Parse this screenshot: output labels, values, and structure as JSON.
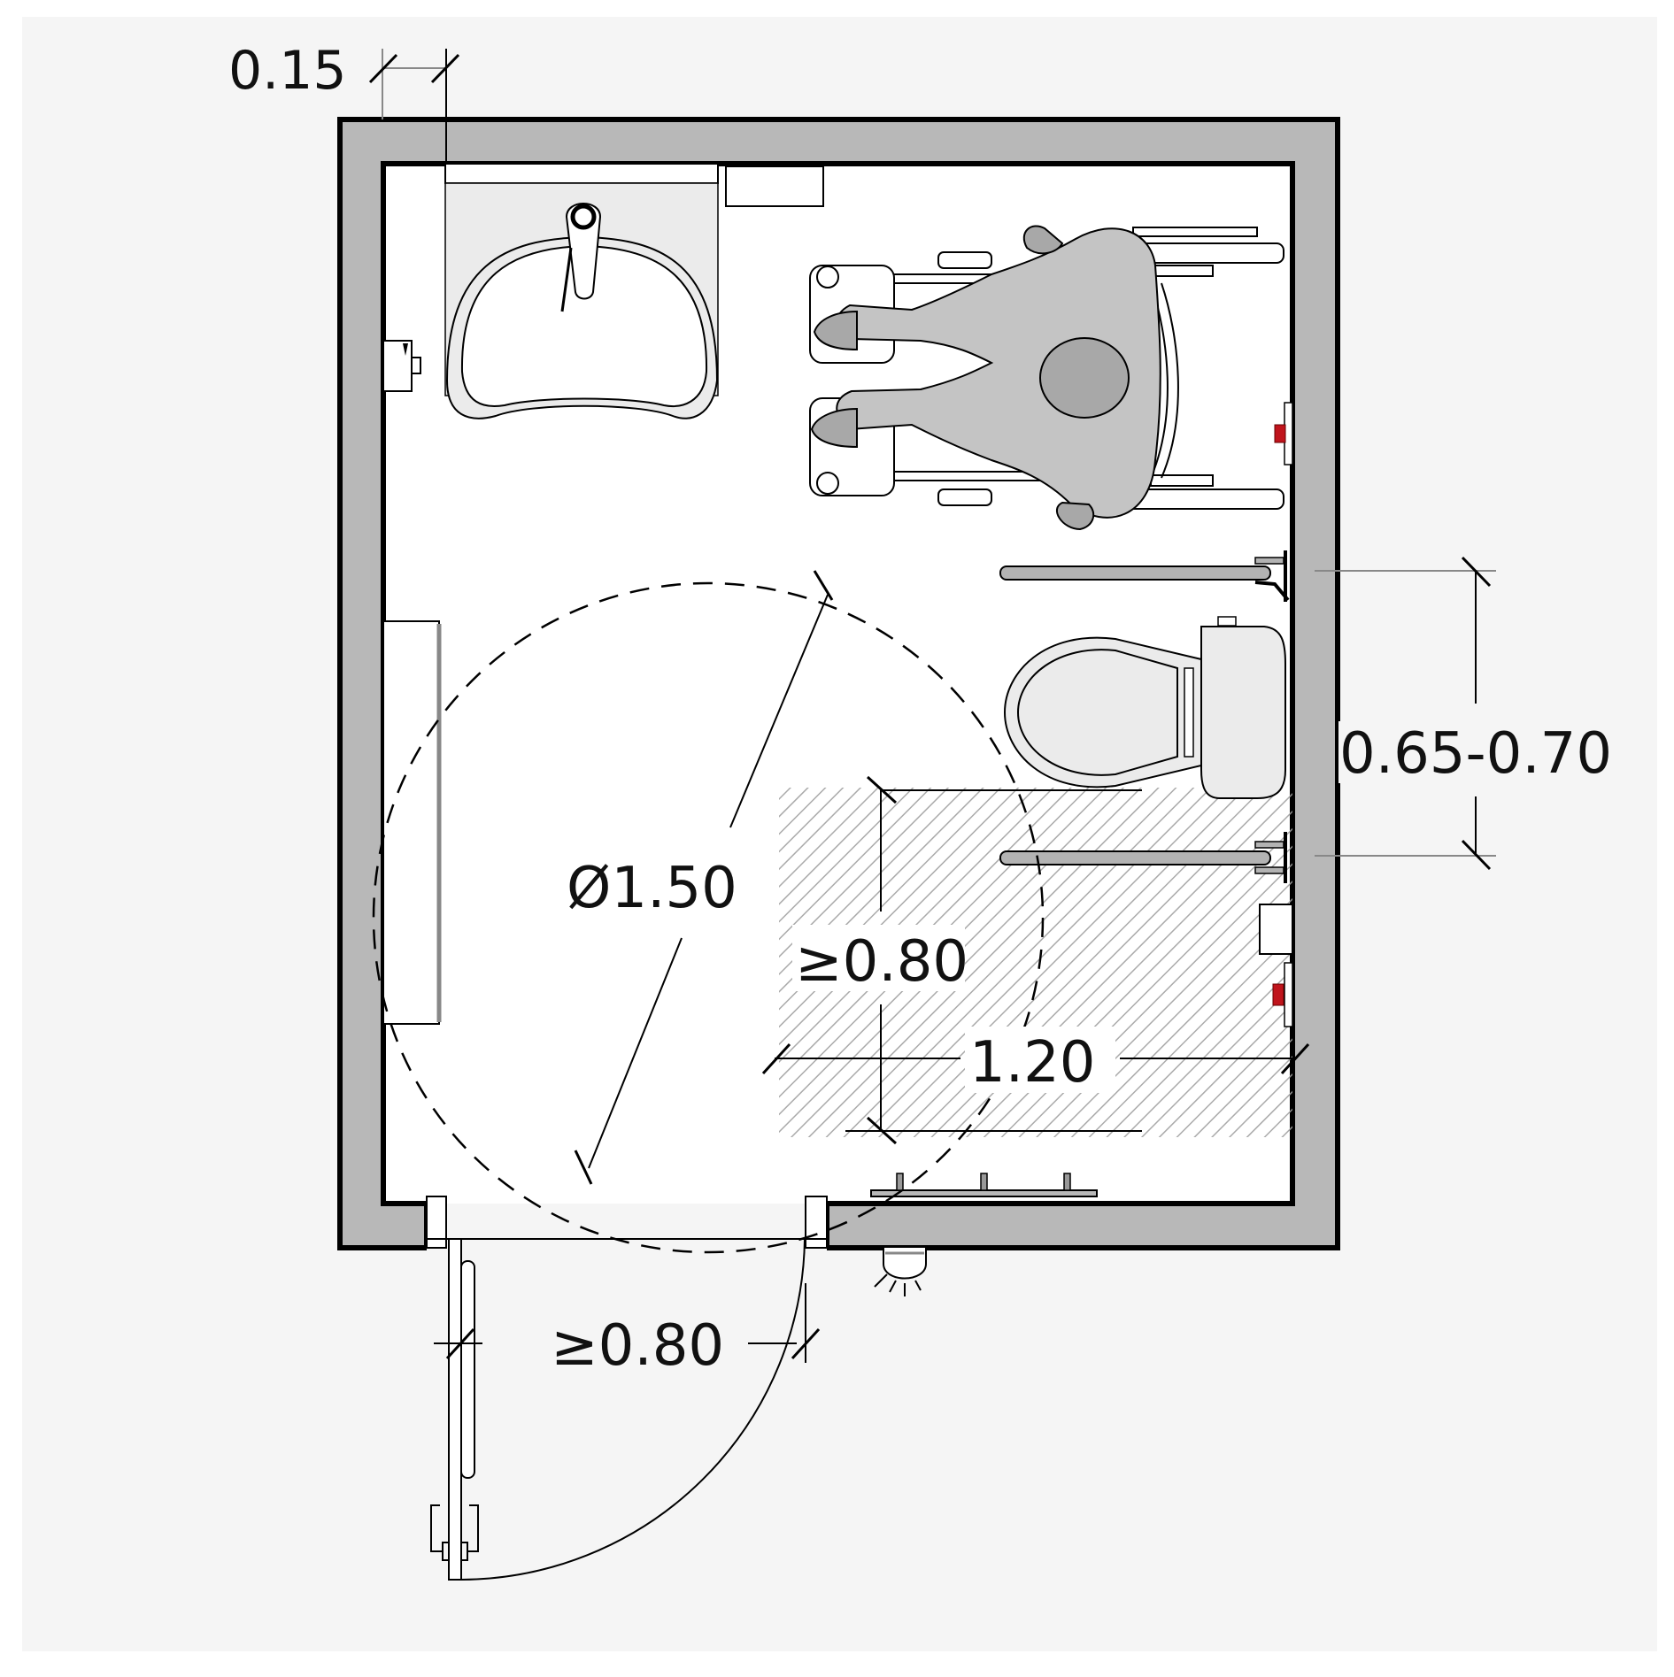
{
  "diagram": {
    "type": "accessible-toilet-floor-plan",
    "colors": {
      "background": "#f5f5f5",
      "wall_fill": "#b8b8b8",
      "wall_stroke": "#000000",
      "room_floor": "#ffffff",
      "fixture_fill": "#ebebeb",
      "figure_light": "#c4c4c4",
      "figure_dark": "#a8a8a8",
      "rail": "#b3b3b3",
      "alarm_red": "#c0141c",
      "hatch": "#9a9a9a"
    },
    "dimensions": {
      "wall_thickness": "0.15",
      "grab_rail_spacing": "0.65-0.70",
      "turning_circle": "Ø1.50",
      "transfer_depth": "≥0.80",
      "transfer_width": "1.20",
      "door_clear_width": "≥0.80"
    },
    "elements": {
      "washbasin": "washbasin-with-tap",
      "soap_dispenser": "soap-dispenser",
      "shelf": "shelf",
      "wheelchair_user": "wheelchair-user-top-view",
      "toilet": "wc-with-cistern",
      "grab_rail_upper": "fold-down-grab-rail",
      "grab_rail_lower": "fold-down-grab-rail",
      "alarm_upper": "emergency-alarm-pull",
      "alarm_lower": "emergency-alarm-pull",
      "paper_holder": "toilet-paper-holder",
      "mirror": "mirror",
      "coat_hooks": "coat-hook-rail",
      "exterior_light": "exterior-alarm-light",
      "door": "outward-swinging-door-with-pull-handle",
      "transfer_area": "hatched-transfer-zone"
    }
  }
}
